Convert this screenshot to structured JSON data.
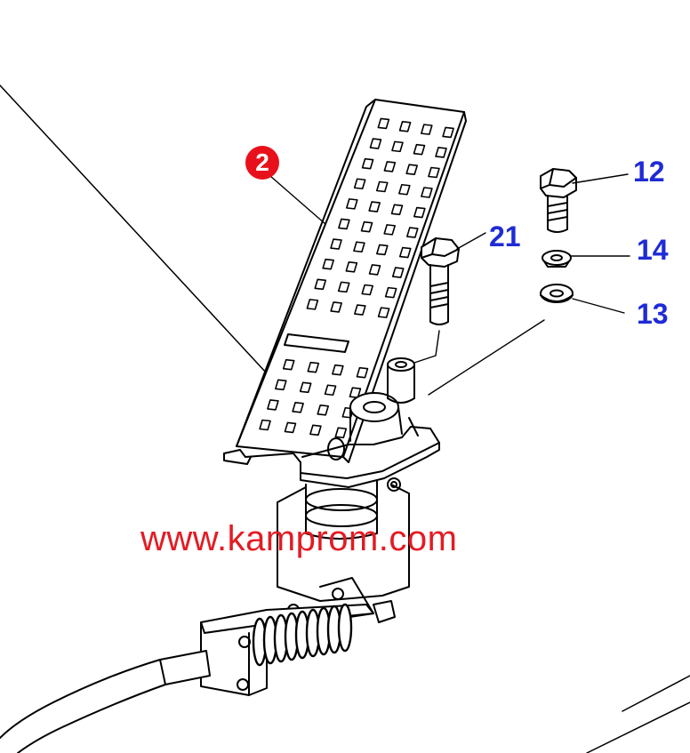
{
  "diagram": {
    "main_part": {
      "number": "2"
    },
    "callouts": [
      {
        "id": "bolt-12",
        "number": "12"
      },
      {
        "id": "bolt-21",
        "number": "21"
      },
      {
        "id": "washer-14",
        "number": "14"
      },
      {
        "id": "washer-13",
        "number": "13"
      }
    ],
    "watermark": "www.kamprom.com"
  },
  "colors": {
    "callout_text": "#1f2bd6",
    "badge_fill": "#e8111b",
    "watermark": "#e31b23",
    "line": "#000000"
  }
}
